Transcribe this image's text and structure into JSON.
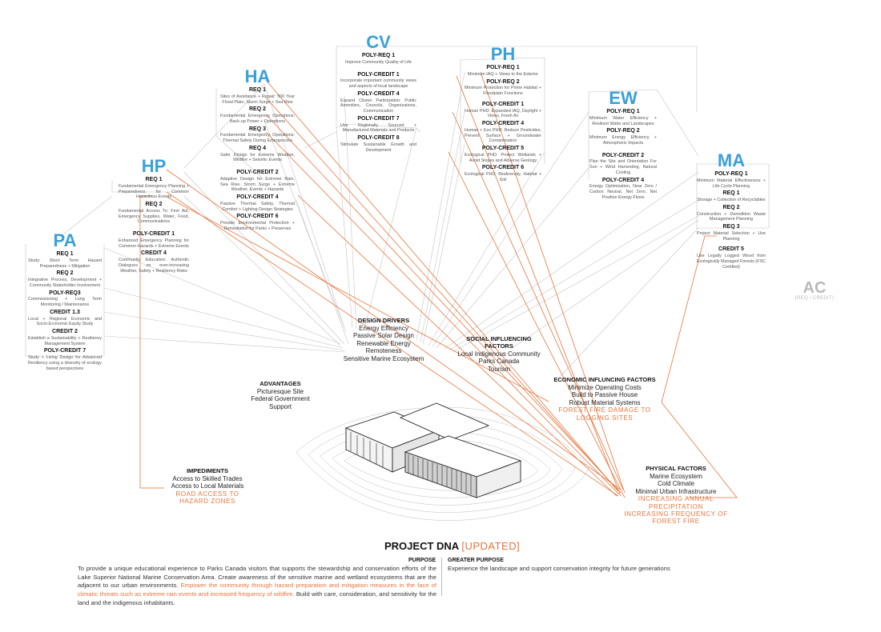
{
  "title": {
    "main": "PROJECT DNA",
    "suffix": "[UPDATED]"
  },
  "categories": [
    {
      "id": "cv",
      "code": "CV",
      "items": [
        {
          "t": "POLY-REQ 1",
          "d": "Improve Community Quality of Life"
        },
        {
          "t": "POLY-CREDIT 1",
          "d": "Incorporate important community views and aspects of local landscape"
        },
        {
          "t": "POLY-CREDIT 4",
          "d": "Expand Citizen Participation: Public Amenities, Councils, Organizations, Communication"
        },
        {
          "t": "POLY-CREDIT 7",
          "d": "Use Regionally Sourced + Manufactured Materials and Products"
        },
        {
          "t": "POLY-CREDIT 8",
          "d": "Stimulate Sustainable Growth and Development"
        }
      ]
    },
    {
      "id": "ph",
      "code": "PH",
      "items": [
        {
          "t": "POLY-REQ 1",
          "d": "Minimum IAQ + Views to the Exterior"
        },
        {
          "t": "POLY-REQ 2",
          "d": "Minimum Protection for Prime Habitat + Floodplain Functions"
        },
        {
          "t": "POLY-CREDIT 1",
          "d": "Human PHD: Expanded IAQ, Daylight + Views, Fresh Air"
        },
        {
          "t": "POLY-CREDIT 4",
          "d": "Human + Eco PHD: Reduce Pesticides, Prevent Surface + Groundwater Contamination"
        },
        {
          "t": "POLY-CREDIT 5",
          "d": "Ecological PHD: Protect Wetlands + Avoid Slopes and Adverse Geology"
        },
        {
          "t": "POLY-CREDIT 6",
          "d": "Ecological PHD: Biodiversity, Habitat + Soil"
        }
      ]
    },
    {
      "id": "ha",
      "code": "HA",
      "items": [
        {
          "t": "REQ 1",
          "d": "Sites of Avoidance + Repair: 500 Year Flood Plain, Storm Surge + Sea Rise"
        },
        {
          "t": "REQ 2",
          "d": "Fundamental Emergency Operations: Back-up Power + Operations"
        },
        {
          "t": "REQ 3",
          "d": "Fundamental Emergency Operations: Thermal Safety During Emergencies"
        },
        {
          "t": "REQ 4",
          "d": "Safer Design for Extreme Weather, Wildfire + Seismic Events"
        },
        {
          "t": "POLY-CREDIT 2",
          "d": "Adaptive Design for Extreme Rain, Sea Rise, Storm Surge + Extreme Weather, Events + Hazards"
        },
        {
          "t": "POLY-CREDIT 4",
          "d": "Passive Thermal Safety, Thermal Comfort + Lighting Design Strategies"
        },
        {
          "t": "POLY-CREDIT 6",
          "d": "Provide Environmental Protection + Remediation for Parks + Preserves"
        }
      ]
    },
    {
      "id": "ew",
      "code": "EW",
      "items": [
        {
          "t": "POLY-REQ 1",
          "d": "Minimum Water Efficiency + Resilient Water and Landscapes"
        },
        {
          "t": "POLY-REQ 2",
          "d": "Minimum Energy Efficiency + Atmospheric Impacts"
        },
        {
          "t": "POLY-CREDIT 2",
          "d": "Plan the Site and Orientation For Sun + Wind Harvesting, Natural Cooling"
        },
        {
          "t": "POLY-CREDIT 4",
          "d": "Energy Optimization, Near Zero / Carbon Neutral, Net Zero, Net Positive Energy Flows"
        }
      ]
    },
    {
      "id": "hp",
      "code": "HP",
      "items": [
        {
          "t": "REQ 1",
          "d": "Fundamental Emergency Planning + Preparedness for Common Hazardous Events"
        },
        {
          "t": "REQ 2",
          "d": "Fundamental Access To: First Aid, Emergency Supplies, Water, Food, Communications"
        },
        {
          "t": "POLY-CREDIT 1",
          "d": "Enhanced Emergency Planning for Common Hazards + Extreme Events"
        },
        {
          "t": "CREDIT 4",
          "d": "Community Education: Authentic Dialogues on ever-increasing Weather, Safety + Resiliency Risks"
        }
      ]
    },
    {
      "id": "ma",
      "code": "MA",
      "items": [
        {
          "t": "POLY-REQ 1",
          "d": "Minimum Material Effectiveness + Life Cycle Planning"
        },
        {
          "t": "REQ 1",
          "d": "Storage + Collection of Recyclables"
        },
        {
          "t": "REQ 2",
          "d": "Construction + Demolition Waste Management Planning"
        },
        {
          "t": "REQ 3",
          "d": "Project Material Selection + Use Planning"
        },
        {
          "t": "CREDIT 5",
          "d": "Use Legally Logged Wood from Ecologically Managed Forests (FSC Certified)"
        }
      ]
    },
    {
      "id": "pa",
      "code": "PA",
      "items": [
        {
          "t": "REQ 1",
          "d": "Study: Short Term Hazard Preparedness + Mitigation"
        },
        {
          "t": "REQ 2",
          "d": "Integrative Process, Development + Community Stakeholder Involvement"
        },
        {
          "t": "POLY-REQ3",
          "d": "Commissioning + Long Term Monitoring / Maintenance"
        },
        {
          "t": "CREDIT 1.3",
          "d": "Local + Regional Economic and Socio-Economic Equity Study"
        },
        {
          "t": "CREDIT 2",
          "d": "Establish a Sustainability + Resiliency Management System"
        },
        {
          "t": "POLY-CREDIT 7",
          "d": "Study + Living Design for Advanced Resiliency using a diversity of ecology based perspectives"
        }
      ]
    },
    {
      "id": "ac",
      "code": "AC",
      "sub": "(REQ / CREDIT)",
      "items": []
    }
  ],
  "groups": {
    "design_drivers": {
      "title": "DESIGN DRIVERS",
      "items": [
        "Energy Efficiency",
        "Passive Solar Design",
        "Renewable Energy",
        "Remoteness",
        "Sensitive Marine Ecosystem"
      ],
      "orange": []
    },
    "social": {
      "title": "SOCIAL INFLUENCING FACTORS",
      "items": [
        "Local Indigenous Community",
        "Parks Canada",
        "Tourism"
      ],
      "orange": []
    },
    "economic": {
      "title": "ECONOMIC INFLUNCING FACTORS",
      "items": [
        "Minimize Operating Costs",
        "Build to Passive House",
        "Robust Material Systems"
      ],
      "orange": [
        "FOREST FIRE DAMAGE TO LOGGING SITES"
      ]
    },
    "advantages": {
      "title": "ADVANTAGES",
      "items": [
        "Picturesque Site",
        "Federal Government Support"
      ],
      "orange": []
    },
    "impediments": {
      "title": "IMPEDIMENTS",
      "items": [
        "Access to Skilled Trades",
        "Access to Local Materials"
      ],
      "orange": [
        "ROAD ACCESS TO HAZARD ZONES"
      ]
    },
    "physical": {
      "title": "PHYSICAL FACTORS",
      "items": [
        "Marine Ecosystem",
        "Cold Climate",
        "Minimal Urban Infrastructure"
      ],
      "orange": [
        "INCREASING ANNUAL PRECIPITATION",
        "INCREASING FREQUENCY OF FOREST FIRE"
      ]
    }
  },
  "purpose": {
    "heading": "PURPOSE",
    "text_a": "To provide a unique educational experience to Parks Canada visitors that supports the stewardship and conservation efforts of the Lake Superior National Marine Conservation Area. Create awareness of the sensitive marine and wetland ecosystems that are the adjacent to our urban environments. ",
    "text_highlight": "Empower the community through hazard preparation and mitigation measures in the face of climatic threats such as extreme rain events and increased frequency of wildfire.",
    "text_b": " Build with care, consideration, and sensitivity for the land and the indigenous inhabitants."
  },
  "greater_purpose": {
    "heading": "GREATER PURPOSE",
    "text": "Experience the landscape and support conservation integrity for future generations"
  },
  "colors": {
    "accent_orange": "#e8743b",
    "code_blue": "#3aa0d8",
    "line_grey": "#c4c4c4",
    "muted_grey": "#b9b9b9"
  }
}
